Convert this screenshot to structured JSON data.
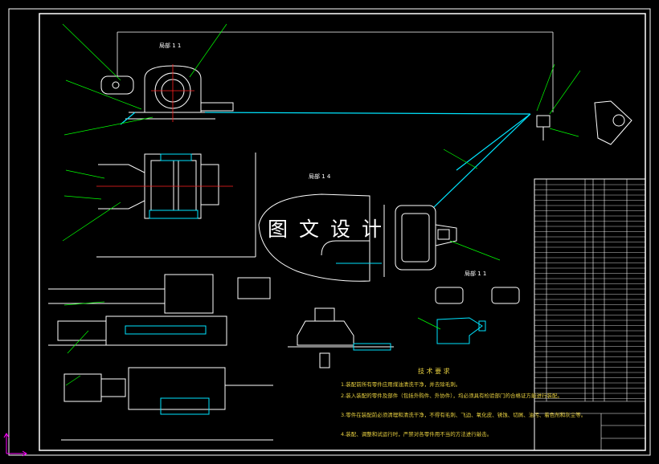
{
  "watermark": "图文设计",
  "view_labels": {
    "detail_1": "局部 1 1",
    "detail_4": "局部 1 4",
    "detail_b": "局部 1 1"
  },
  "technical_requirements": {
    "title": "技 术 要 求",
    "items": [
      "1.装配前所有零件应用煤油清洗干净，并去除毛刺。",
      "2.装入装配的零件及部件（包括外购件、外协件），均必须具有检验部门的合格证方能进行装配。",
      "3.零件在装配前必须清理和清洗干净，不得有毛刺、飞边、氧化皮、锈蚀、切屑、油污、着色剂和灰尘等。",
      "4.装配、调整和试运行时，严禁对各零件用不当的方法进行敲击。"
    ]
  },
  "colors": {
    "background": "#000000",
    "frame": "#ffffff",
    "drawing_white": "#ffffff",
    "cyan": "#00e5ff",
    "leader_green": "#00ff00",
    "centerline_red": "#ff2020",
    "note_yellow": "#e8d040",
    "magenta_ucs": "#ff00ff"
  }
}
